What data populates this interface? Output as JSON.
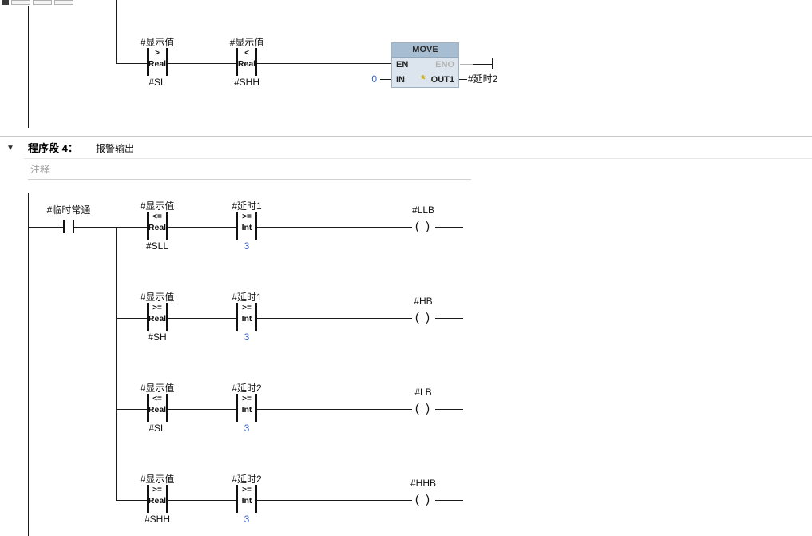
{
  "net3": {
    "cmp1": {
      "label": "#显示值",
      "op": ">",
      "type": "Real",
      "operand": "#SL"
    },
    "cmp2": {
      "label": "#显示值",
      "op": "<",
      "type": "Real",
      "operand": "#SHH"
    },
    "move": {
      "title": "MOVE",
      "en": "EN",
      "eno": "ENO",
      "in": "IN",
      "out1": "OUT1",
      "in_value": "0",
      "out1_operand": "#延时2",
      "add_pin_icon": "*"
    }
  },
  "net4": {
    "collapse_icon": "▼",
    "title": "程序段 4：",
    "subtitle": "报警输出",
    "comment_placeholder": "注释",
    "input_contact": {
      "label": "#临时常通"
    },
    "coil_symbol": "( )",
    "branches": [
      {
        "cmp1": {
          "label": "#显示值",
          "op": "<=",
          "type": "Real",
          "operand": "#SLL"
        },
        "cmp2": {
          "label": "#延时1",
          "op": ">=",
          "type": "Int",
          "operand": "3"
        },
        "coil": {
          "label": "#LLB"
        }
      },
      {
        "cmp1": {
          "label": "#显示值",
          "op": ">=",
          "type": "Real",
          "operand": "#SH"
        },
        "cmp2": {
          "label": "#延时1",
          "op": ">=",
          "type": "Int",
          "operand": "3"
        },
        "coil": {
          "label": "#HB"
        }
      },
      {
        "cmp1": {
          "label": "#显示值",
          "op": "<=",
          "type": "Real",
          "operand": "#SL"
        },
        "cmp2": {
          "label": "#延时2",
          "op": ">=",
          "type": "Int",
          "operand": "3"
        },
        "coil": {
          "label": "#LB"
        }
      },
      {
        "cmp1": {
          "label": "#显示值",
          "op": ">=",
          "type": "Real",
          "operand": "#SHH"
        },
        "cmp2": {
          "label": "#延时2",
          "op": ">=",
          "type": "Int",
          "operand": "3"
        },
        "coil": {
          "label": "#HHB"
        }
      }
    ]
  },
  "colors": {
    "constant_blue": "#3b64c8",
    "move_header": "#a7bdd1",
    "move_body": "#dce5ee",
    "eno_gray": "#b3b3b3",
    "star_yellow": "#d4a900"
  }
}
